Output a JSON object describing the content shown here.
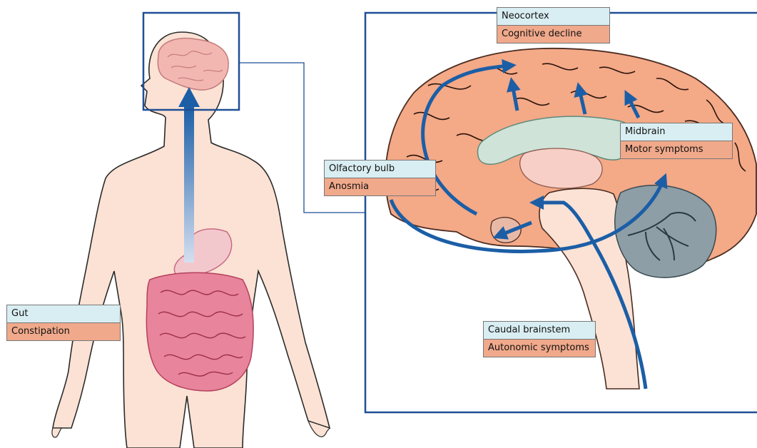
{
  "colors": {
    "region_box": "#d9eef2",
    "symptom_box": "#f0a98b",
    "arrow": "#1b5ea6",
    "frame": "#1f4f96",
    "skin": "#fbe2d4",
    "cortex": "#f4a987",
    "gut": "#e8849b",
    "cerebellum": "#8e9ea6",
    "limbic": "#cfe3d8"
  },
  "labels": {
    "gut": {
      "region": "Gut",
      "symptom": "Constipation"
    },
    "olfactory": {
      "region": "Olfactory bulb",
      "symptom": "Anosmia"
    },
    "neocortex": {
      "region": "Neocortex",
      "symptom": "Cognitive decline"
    },
    "midbrain": {
      "region": "Midbrain",
      "symptom": "Motor symptoms"
    },
    "caudal": {
      "region": "Caudal brainstem",
      "symptom": "Autonomic symptoms"
    }
  }
}
